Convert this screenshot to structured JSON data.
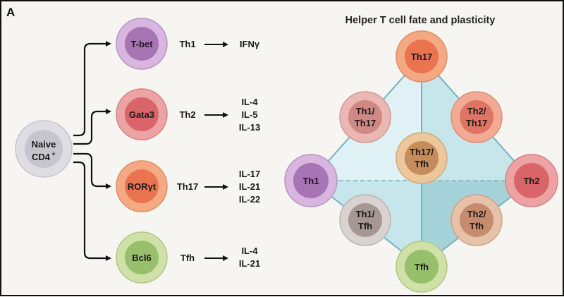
{
  "panel_label": "A",
  "title": "Helper T cell fate and plasticity",
  "naive": {
    "line1": "Naive",
    "line2": "CD4",
    "sup": "+"
  },
  "lineages": [
    {
      "tf": "T-bet",
      "subset": "Th1",
      "cytokines": [
        "IFNγ"
      ]
    },
    {
      "tf": "Gata3",
      "subset": "Th2",
      "cytokines": [
        "IL-4",
        "IL-5",
        "IL-13"
      ]
    },
    {
      "tf": "RORγt",
      "subset": "Th17",
      "cytokines": [
        "IL-17",
        "IL-21",
        "IL-22"
      ]
    },
    {
      "tf": "Bcl6",
      "subset": "Tfh",
      "cytokines": [
        "IL-4",
        "IL-21"
      ]
    }
  ],
  "plasticity_nodes": {
    "top": "Th17",
    "left": "Th1",
    "right": "Th2",
    "bottom": "Tfh",
    "center": [
      "Th17/",
      "Tfh"
    ],
    "upper_left": [
      "Th1/",
      "Th17"
    ],
    "upper_right": [
      "Th2/",
      "Th17"
    ],
    "lower_left": [
      "Th1/",
      "Tfh"
    ],
    "lower_right": [
      "Th2/",
      "Tfh"
    ]
  },
  "colors": {
    "th1_outer": "#d9b6e0",
    "th1_inner": "#a774b4",
    "th2_outer": "#eda3a3",
    "th2_inner": "#d9646a",
    "th17_outer": "#f5a982",
    "th17_inner": "#e9744f",
    "tfh_outer": "#cfe1a6",
    "tfh_inner": "#97bf6c",
    "naive_outer": "#dedde3",
    "naive_inner": "#c6c4cc",
    "th1th17_outer": "#eab7b3",
    "th1th17_inner": "#cf8884",
    "th2th17_outer": "#f2aa95",
    "th2th17_inner": "#df7464",
    "th17tfh_outer": "#ecc79b",
    "th17tfh_inner": "#c58c5c",
    "th1tfh_outer": "#d8d2d0",
    "th1tfh_inner": "#a69795",
    "th2tfh_outer": "#e6c2a8",
    "th2tfh_inner": "#c68c6d",
    "face_light": "#dff1f5",
    "face_mid": "#c6e6ec",
    "face_dark": "#a6d2d9",
    "edge": "#74b3bd"
  }
}
